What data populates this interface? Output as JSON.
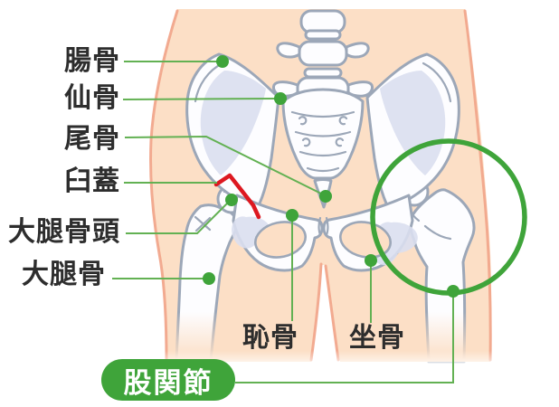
{
  "figure": {
    "title_badge": "股関節",
    "labels": {
      "ilium": "腸骨",
      "sacrum": "仙骨",
      "coccyx": "尾骨",
      "acetabulum": "臼蓋",
      "femoral_head": "大腿骨頭",
      "femur": "大腿骨",
      "pubis": "恥骨",
      "ischium": "坐骨"
    },
    "colors": {
      "accent_green": "#3fa43a",
      "line_green": "#63b153",
      "highlight_red": "#dd1820",
      "skin": "#fcdfc6",
      "skin_outline": "#f1a78c",
      "bone_outline": "#9ca7b8",
      "bone_shade": "#dadff0",
      "label_text": "#2d2d2d",
      "badge_text": "#ffffff"
    }
  }
}
